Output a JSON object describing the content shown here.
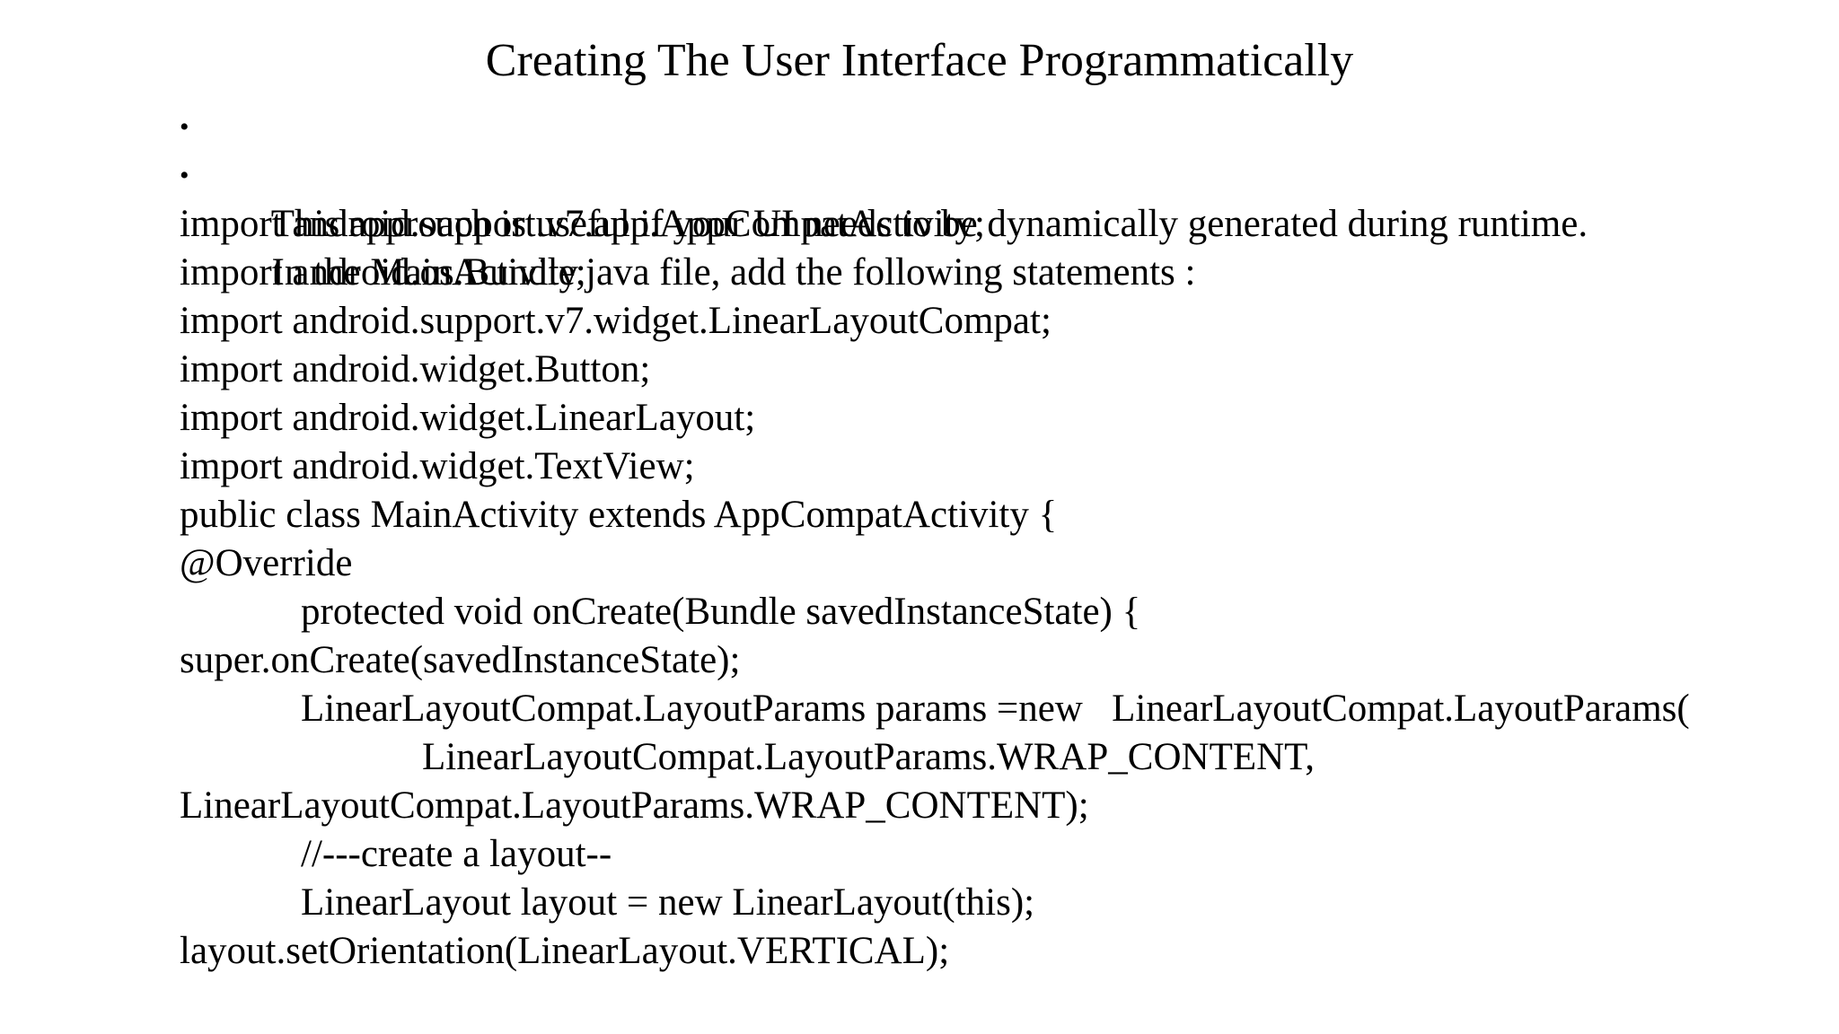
{
  "slide": {
    "title": "Creating The User Interface Programmatically",
    "bullets": [
      "This approach is useful if your UI needs to be dynamically generated during runtime.",
      "In the MainActivity.java file, add the following statements :"
    ],
    "bullet_symbol": "•",
    "code_lines": [
      "import android.support.v7.app.AppCompatActivity;",
      "import android.os.Bundle;",
      "import android.support.v7.widget.LinearLayoutCompat;",
      "import android.widget.Button;",
      "import android.widget.LinearLayout;",
      "import android.widget.TextView;",
      "public class MainActivity extends AppCompatActivity {",
      "@Override",
      "protected void onCreate(Bundle savedInstanceState) {",
      "super.onCreate(savedInstanceState);",
      "LinearLayoutCompat.LayoutParams params =new   LinearLayoutCompat.LayoutParams(",
      "LinearLayoutCompat.LayoutParams.WRAP_CONTENT,",
      "LinearLayoutCompat.LayoutParams.WRAP_CONTENT);",
      "//---create a layout--",
      "LinearLayout layout = new LinearLayout(this);",
      "layout.setOrientation(LinearLayout.VERTICAL);"
    ]
  }
}
